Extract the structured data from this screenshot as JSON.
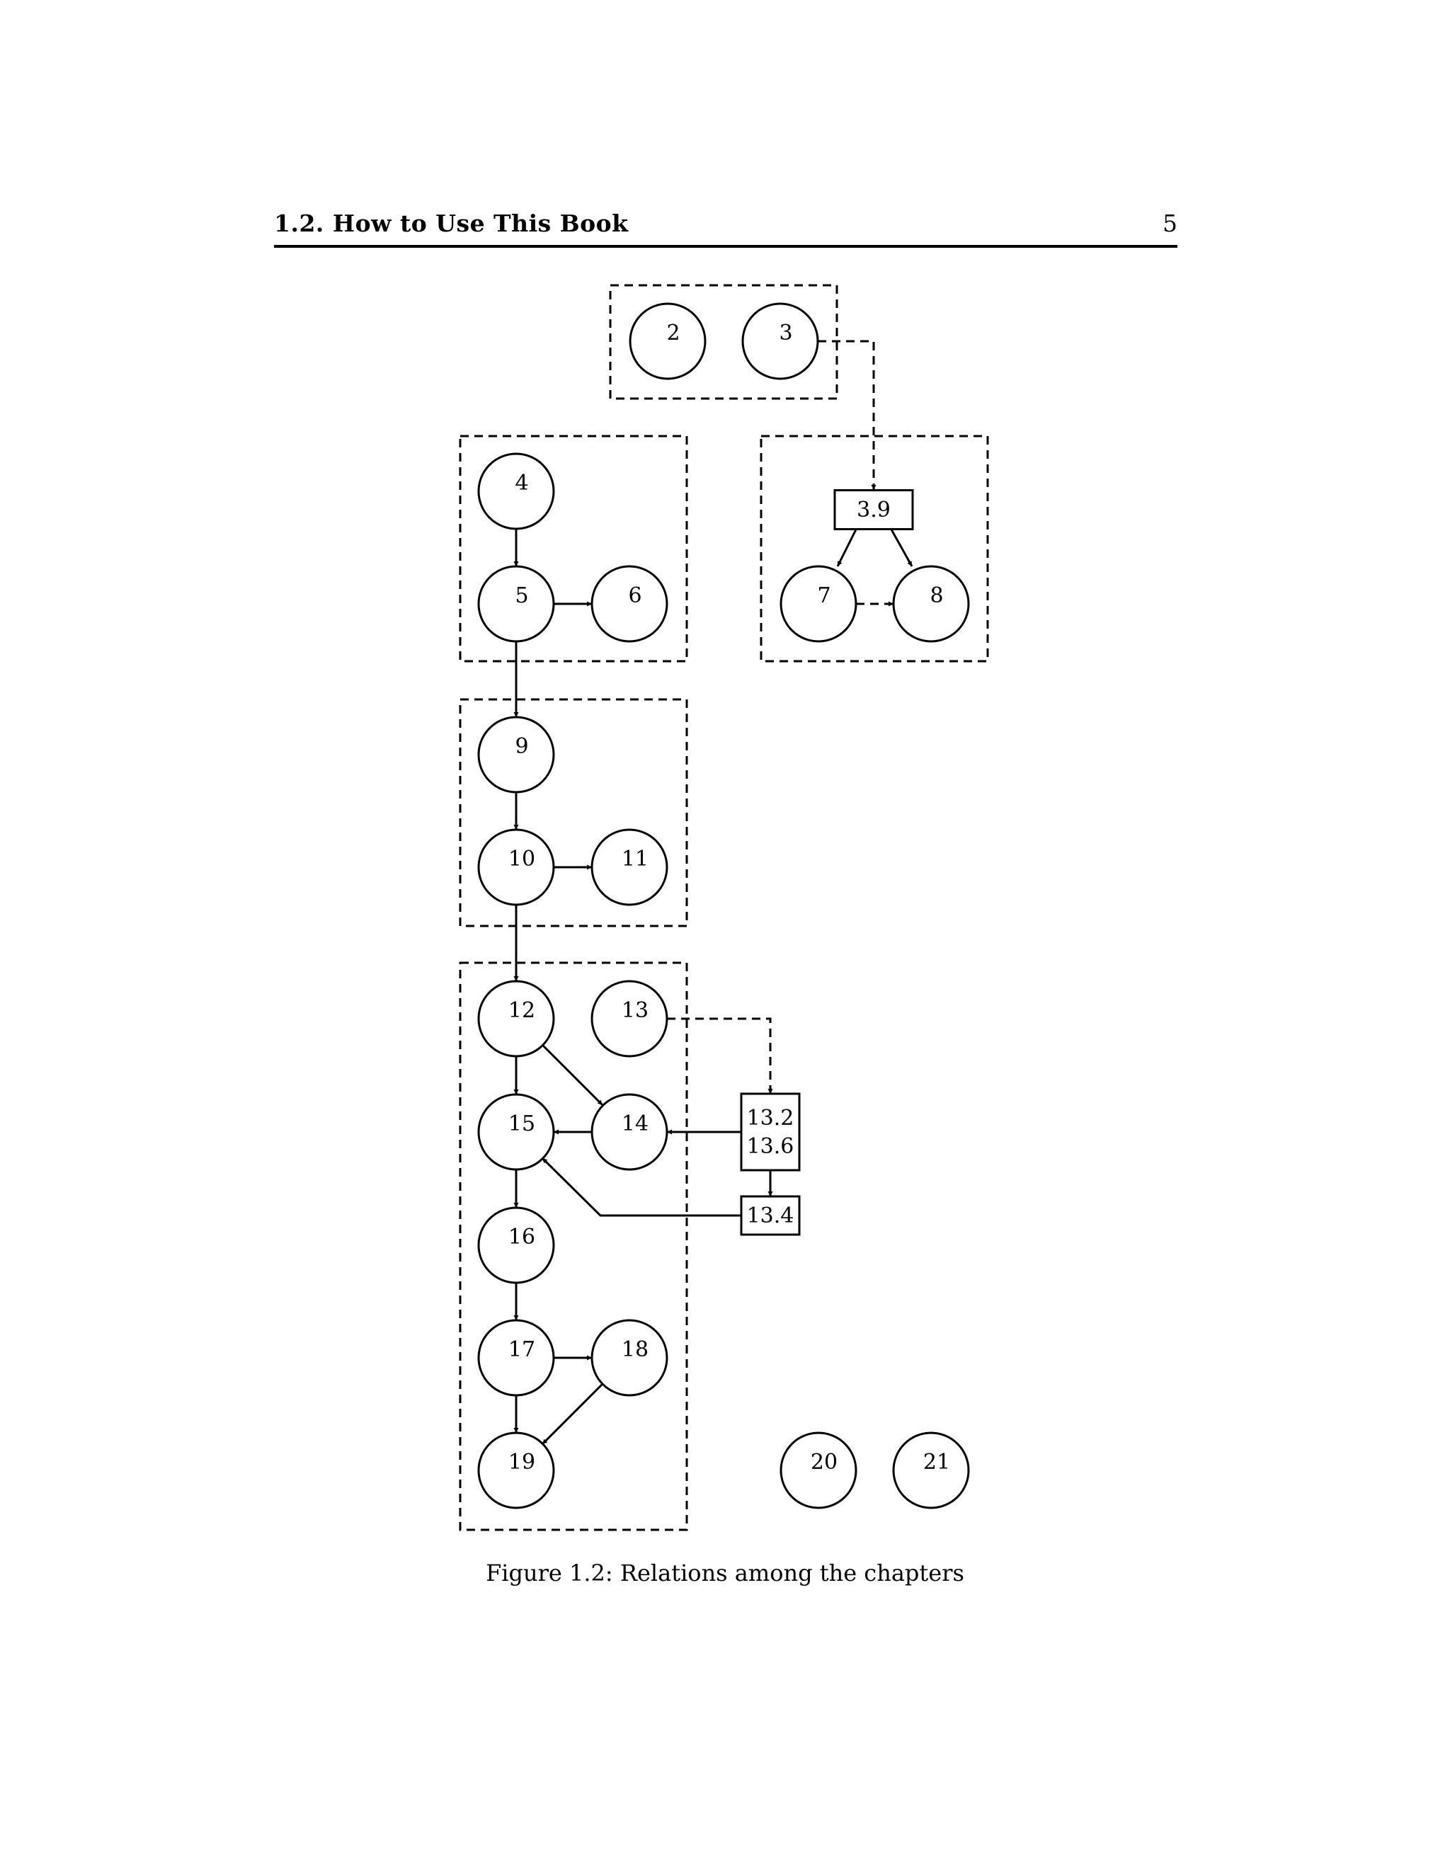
{
  "header": {
    "section": "1.2.   How to Use This Book",
    "page_number": "5"
  },
  "diagram": {
    "nodes": [
      {
        "id": "2",
        "label": "2",
        "shape": "circle"
      },
      {
        "id": "3",
        "label": "3",
        "shape": "circle"
      },
      {
        "id": "3.9",
        "label": "3.9",
        "shape": "box"
      },
      {
        "id": "4",
        "label": "4",
        "shape": "circle"
      },
      {
        "id": "5",
        "label": "5",
        "shape": "circle"
      },
      {
        "id": "6",
        "label": "6",
        "shape": "circle"
      },
      {
        "id": "7",
        "label": "7",
        "shape": "circle"
      },
      {
        "id": "8",
        "label": "8",
        "shape": "circle"
      },
      {
        "id": "9",
        "label": "9",
        "shape": "circle"
      },
      {
        "id": "10",
        "label": "10",
        "shape": "circle"
      },
      {
        "id": "11",
        "label": "11",
        "shape": "circle"
      },
      {
        "id": "12",
        "label": "12",
        "shape": "circle"
      },
      {
        "id": "13",
        "label": "13",
        "shape": "circle"
      },
      {
        "id": "14",
        "label": "14",
        "shape": "circle"
      },
      {
        "id": "15",
        "label": "15",
        "shape": "circle"
      },
      {
        "id": "16",
        "label": "16",
        "shape": "circle"
      },
      {
        "id": "17",
        "label": "17",
        "shape": "circle"
      },
      {
        "id": "18",
        "label": "18",
        "shape": "circle"
      },
      {
        "id": "19",
        "label": "19",
        "shape": "circle"
      },
      {
        "id": "20",
        "label": "20",
        "shape": "circle"
      },
      {
        "id": "21",
        "label": "21",
        "shape": "circle"
      },
      {
        "id": "13.2/13.6",
        "label": [
          "13.2",
          "13.6"
        ],
        "shape": "box"
      },
      {
        "id": "13.4",
        "label": "13.4",
        "shape": "box"
      }
    ],
    "groups": [
      {
        "members": [
          "2",
          "3"
        ]
      },
      {
        "members": [
          "4",
          "5",
          "6"
        ]
      },
      {
        "members": [
          "3.9",
          "7",
          "8"
        ]
      },
      {
        "members": [
          "9",
          "10",
          "11"
        ]
      },
      {
        "members": [
          "12",
          "13",
          "14",
          "15",
          "16",
          "17",
          "18",
          "19"
        ]
      }
    ],
    "edges": [
      {
        "from": "3",
        "to": "3.9",
        "style": "dashed"
      },
      {
        "from": "3.9",
        "to": "7",
        "style": "solid"
      },
      {
        "from": "3.9",
        "to": "8",
        "style": "solid"
      },
      {
        "from": "7",
        "to": "8",
        "style": "dashed"
      },
      {
        "from": "4",
        "to": "5",
        "style": "solid"
      },
      {
        "from": "5",
        "to": "6",
        "style": "solid"
      },
      {
        "from": "5",
        "to": "9",
        "style": "solid"
      },
      {
        "from": "9",
        "to": "10",
        "style": "solid"
      },
      {
        "from": "10",
        "to": "11",
        "style": "solid"
      },
      {
        "from": "10",
        "to": "12",
        "style": "solid"
      },
      {
        "from": "12",
        "to": "15",
        "style": "solid"
      },
      {
        "from": "12",
        "to": "14",
        "style": "solid"
      },
      {
        "from": "13",
        "to": "13.2/13.6",
        "style": "dashed"
      },
      {
        "from": "13.2/13.6",
        "to": "14",
        "style": "solid"
      },
      {
        "from": "14",
        "to": "15",
        "style": "solid"
      },
      {
        "from": "13.2/13.6",
        "to": "13.4",
        "style": "solid"
      },
      {
        "from": "13.4",
        "to": "15",
        "style": "solid"
      },
      {
        "from": "15",
        "to": "16",
        "style": "solid"
      },
      {
        "from": "16",
        "to": "17",
        "style": "solid"
      },
      {
        "from": "17",
        "to": "18",
        "style": "solid"
      },
      {
        "from": "17",
        "to": "19",
        "style": "solid"
      },
      {
        "from": "18",
        "to": "19",
        "style": "solid"
      }
    ]
  },
  "caption": "Figure 1.2: Relations among the chapters"
}
